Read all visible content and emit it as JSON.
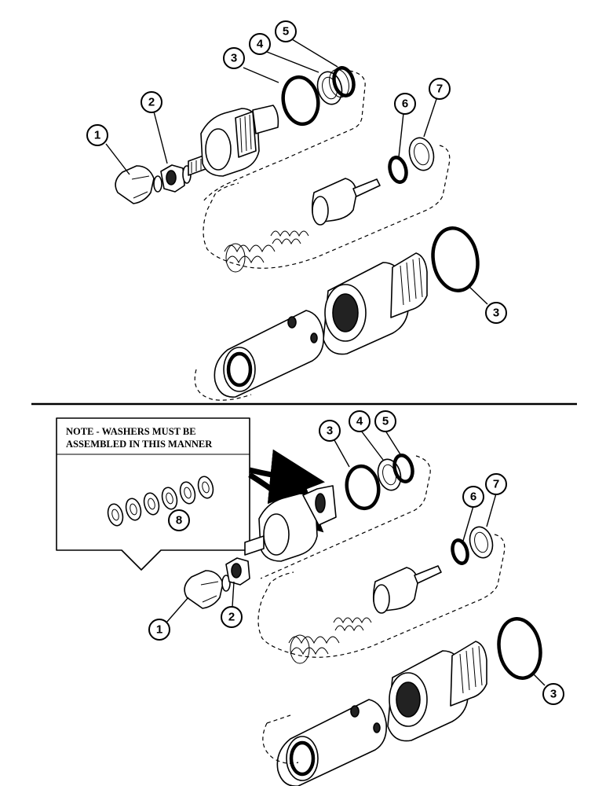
{
  "note": {
    "line1": "NOTE - WASHERS MUST BE",
    "line2": "ASSEMBLED IN THIS MANNER"
  },
  "callouts": {
    "c1": "1",
    "c2": "2",
    "c3": "3",
    "c4": "4",
    "c5": "5",
    "c6": "6",
    "c7": "7",
    "c8": "8"
  }
}
